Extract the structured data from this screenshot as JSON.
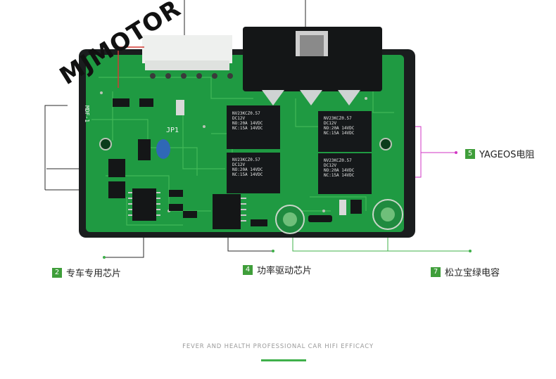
{
  "watermark": "MJMOTOR",
  "callouts": [
    {
      "num": "5",
      "label": "YAGEOS电阻"
    },
    {
      "num": "2",
      "label": "专车专用芯片"
    },
    {
      "num": "4",
      "label": "功率驱动芯片"
    },
    {
      "num": "7",
      "label": "松立宝绿电容"
    }
  ],
  "footer": {
    "text": "FEVER AND HEALTH PROFESSIONAL CAR HIFI EFFICACY"
  },
  "relays": [
    {
      "model": "NV23KCZ0.57",
      "l1": "DC12V",
      "l2": "NO:20A 14VDC",
      "l3": "NC:15A 14VDC"
    },
    {
      "model": "NV23KCZ0.57",
      "l1": "DC12V",
      "l2": "NO:20A 14VDC",
      "l3": "NC:15A 14VDC"
    },
    {
      "model": "NV23KCZ0.57",
      "l1": "DC12V",
      "l2": "NO:20A 14VDC",
      "l3": "NC:15A 14VDC"
    },
    {
      "model": "NV23KCZ0.57",
      "l1": "DC12V",
      "l2": "NO:20A 14VDC",
      "l3": "NC:15A 14VDC"
    }
  ],
  "silk": {
    "jp": "JP1",
    "left": "MDF-1"
  },
  "colors": {
    "badge": "#3f9e3a",
    "pcb": "#1f9a42",
    "accent_green": "#3fb04a",
    "magenta": "#d236c4"
  }
}
